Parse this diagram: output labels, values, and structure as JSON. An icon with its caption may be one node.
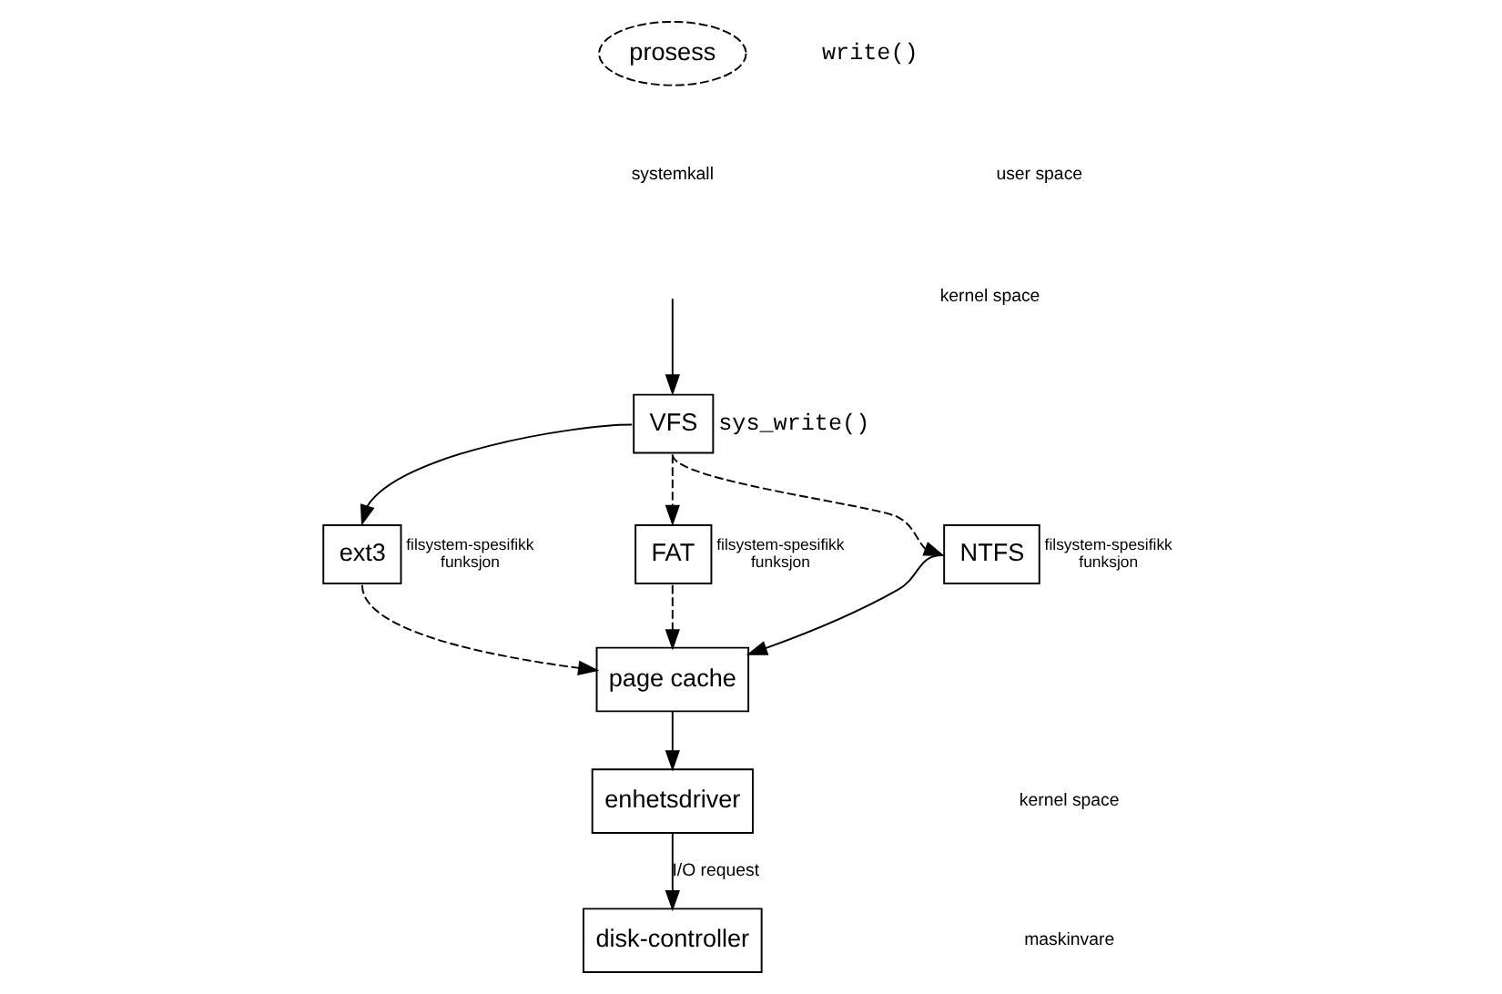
{
  "diagram": {
    "nodes": [
      {
        "text": [
          "prosess"
        ],
        "beside": [
          "write()"
        ]
      },
      {
        "text": [
          "VFS"
        ],
        "beside": [
          "sys_write()"
        ]
      },
      {
        "text": [
          "ext3"
        ],
        "beside": [
          "filsystem-spesifikk funksjon"
        ]
      },
      {
        "text": [
          "FAT"
        ],
        "beside": [
          "filsystem-spesifikk funksjon"
        ]
      },
      {
        "text": [
          "NTFS"
        ],
        "beside": [
          "filsystem-spesifikk funksjon"
        ]
      },
      {
        "text": [
          "page cache"
        ]
      },
      {
        "text": [
          "enhetsdriver"
        ]
      },
      {
        "text": [
          "disk-controller"
        ]
      }
    ],
    "edges": [
      {
        "from": null,
        "to": 1,
        "arrow": "to"
      },
      {
        "from": 1,
        "to": 2,
        "arrow": "to"
      },
      {
        "from": 1,
        "to": 3,
        "arrow": "to",
        "style": "dashed"
      },
      {
        "from": 1,
        "to": 4,
        "arrow": "to",
        "style": "dashed"
      },
      {
        "from": 2,
        "to": 5,
        "arrow": "to",
        "style": "dashed"
      },
      {
        "from": 3,
        "to": 5,
        "arrow": "to",
        "style": "dashed"
      },
      {
        "from": 4,
        "to": 5,
        "arrow": "to"
      },
      {
        "from": 5,
        "to": 6,
        "arrow": "to"
      },
      {
        "from": 6,
        "to": 7,
        "arrow": "to",
        "label": "I/O request"
      }
    ],
    "labels": [
      "systemkall",
      "user space",
      "kernel space",
      "kernel space",
      "maskinvare"
    ]
  }
}
